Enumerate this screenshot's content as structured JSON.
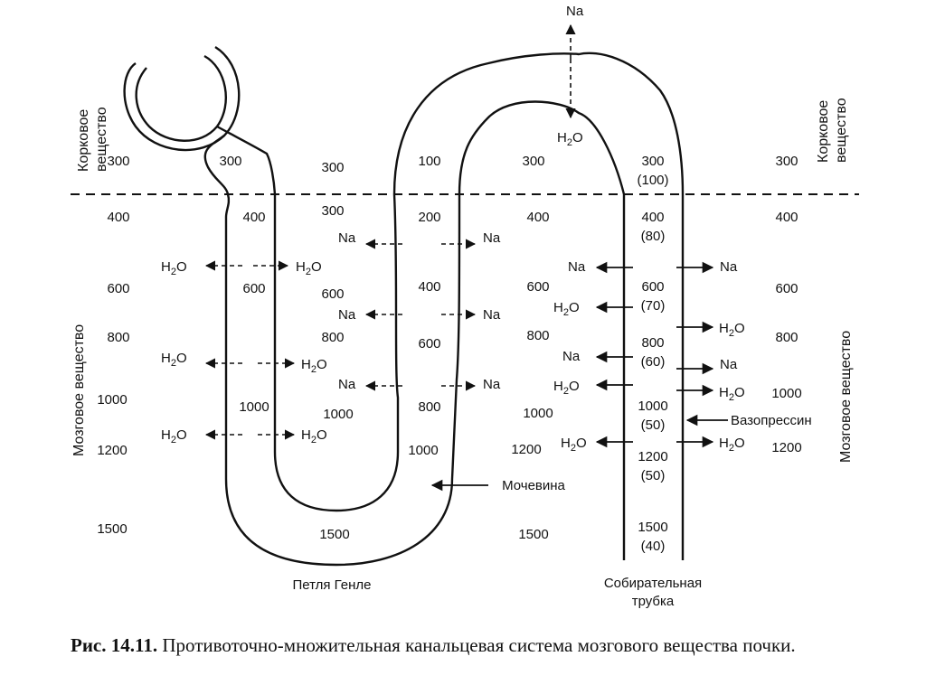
{
  "zones": {
    "cortex_left": [
      "Корковое",
      "вещество"
    ],
    "cortex_right": [
      "Корковое",
      "вещество"
    ],
    "medulla_left": "Мозговое вещество",
    "medulla_right": "Мозговое вещество"
  },
  "labels": {
    "loop": "Петля Генле",
    "duct": [
      "Собирательная",
      "трубка"
    ],
    "vasopressin": "Вазопрессин",
    "urea": "Мочевина"
  },
  "caption": {
    "figure": "Рис. 14.11.",
    "text": "Противоточно-множительная канальцевая система мозгового вещества почки."
  },
  "osmolarity": {
    "interstitium_left": [
      "300",
      "400",
      "600",
      "800",
      "1000",
      "1200",
      "1500"
    ],
    "interstitium_right": [
      "300",
      "400",
      "600",
      "800",
      "1000",
      "1200"
    ],
    "descending_limb": [
      "300",
      "400",
      "600",
      "1000"
    ],
    "descending_gap": [
      "300",
      "300",
      "600",
      "800",
      "1000",
      "1500"
    ],
    "ascending_limb": [
      "100",
      "200",
      "400",
      "600",
      "800",
      "1000"
    ],
    "between_limb_duct": [
      "300",
      "400",
      "600",
      "800",
      "1000",
      "1200",
      "1500"
    ],
    "duct": [
      "300",
      "400",
      "600",
      "800",
      "1000",
      "1200",
      "1500"
    ],
    "duct_paren": [
      "(100)",
      "(80)",
      "(70)",
      "(60)",
      "(50)",
      "(50)",
      "(40)"
    ]
  },
  "transport": {
    "h2o": "H2O",
    "na": "Na"
  }
}
